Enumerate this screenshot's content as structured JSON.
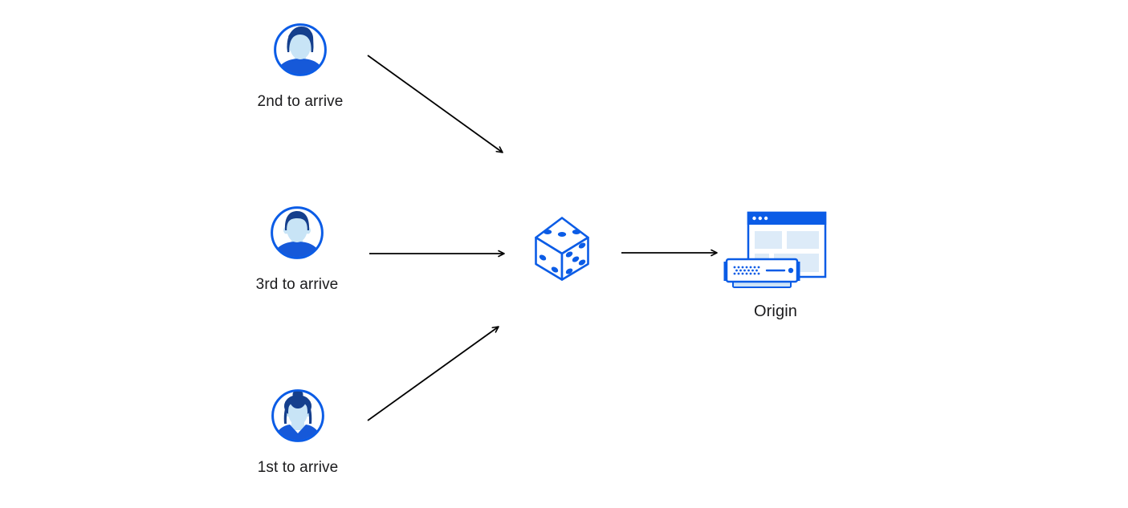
{
  "diagram": {
    "clients": [
      {
        "label": "2nd to arrive",
        "icon": "user-avatar-man-swept-hair"
      },
      {
        "label": "3rd to arrive",
        "icon": "user-avatar-man-short-hair"
      },
      {
        "label": "1st to arrive",
        "icon": "user-avatar-woman-bun"
      }
    ],
    "selector": {
      "icon": "dice"
    },
    "origin": {
      "label": "Origin",
      "icon": "browser-window-with-server"
    },
    "colors": {
      "primary_blue": "#0b5ce6",
      "shirt_blue": "#1659d9",
      "hair_navy": "#153f8d",
      "skin_light_blue": "#c8e4f6",
      "panel_light_blue": "#ddebf8",
      "server_base_blue": "#cfe4f7",
      "arrow_black": "#000000",
      "label_text": "#1b1b1d"
    }
  }
}
